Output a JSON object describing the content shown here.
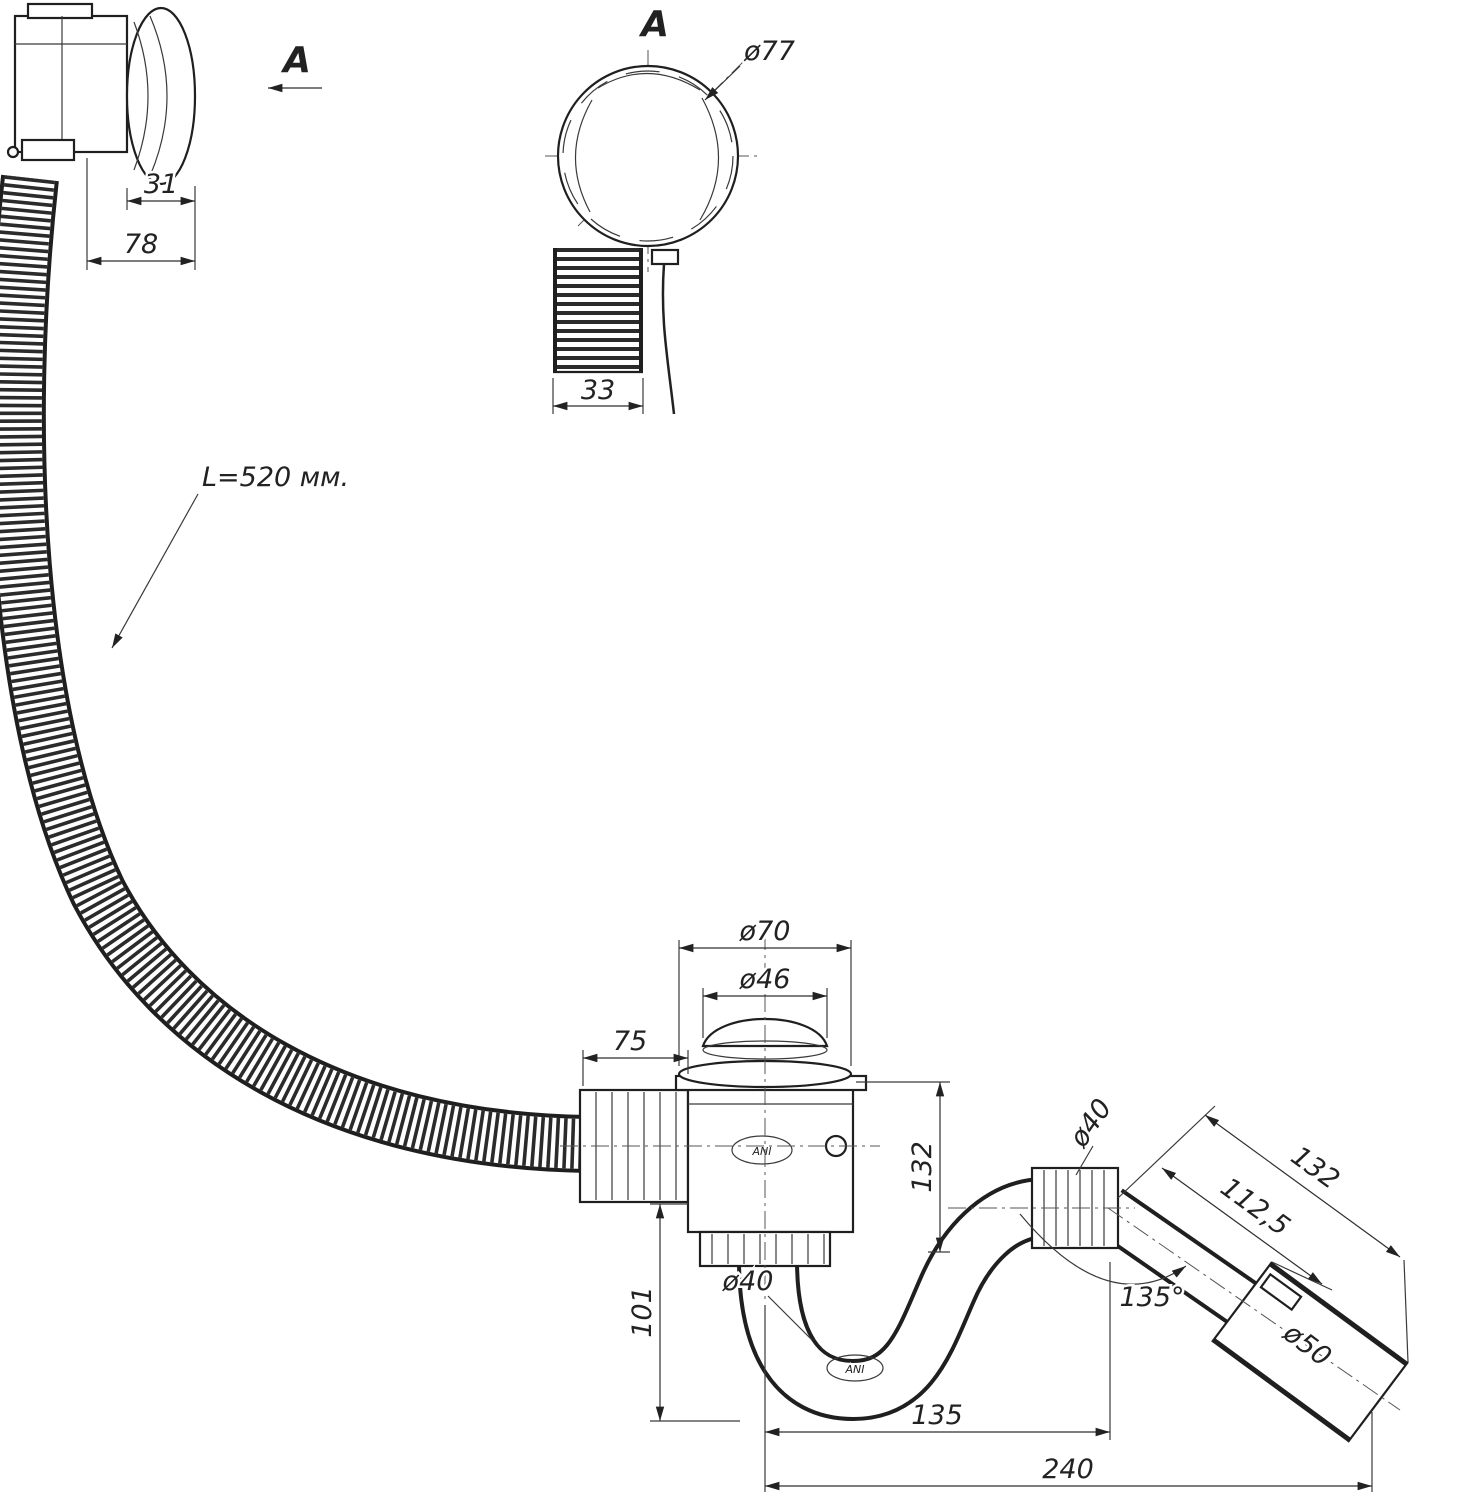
{
  "drawing": {
    "section_label": "A",
    "view_label": "A",
    "brand": "ANI",
    "hose_length": "L=520 мм.",
    "dims": {
      "rosette_depth": "31",
      "overflow_depth": "78",
      "overflow_pipe_len": "33",
      "knob_dia": "ø77",
      "cap_dia": "ø70",
      "plug_dia": "ø46",
      "inlet_nut_width": "75",
      "body_height": "132",
      "trap_depth": "101",
      "trap_dia": "ø40",
      "outlet_nut_dia": "ø40",
      "bend_angle": "135°",
      "outlet_inner_len": "112,5",
      "outlet_outer_len": "132",
      "socket_dia": "ø50",
      "trap_offset": "135",
      "total_length": "240"
    }
  }
}
